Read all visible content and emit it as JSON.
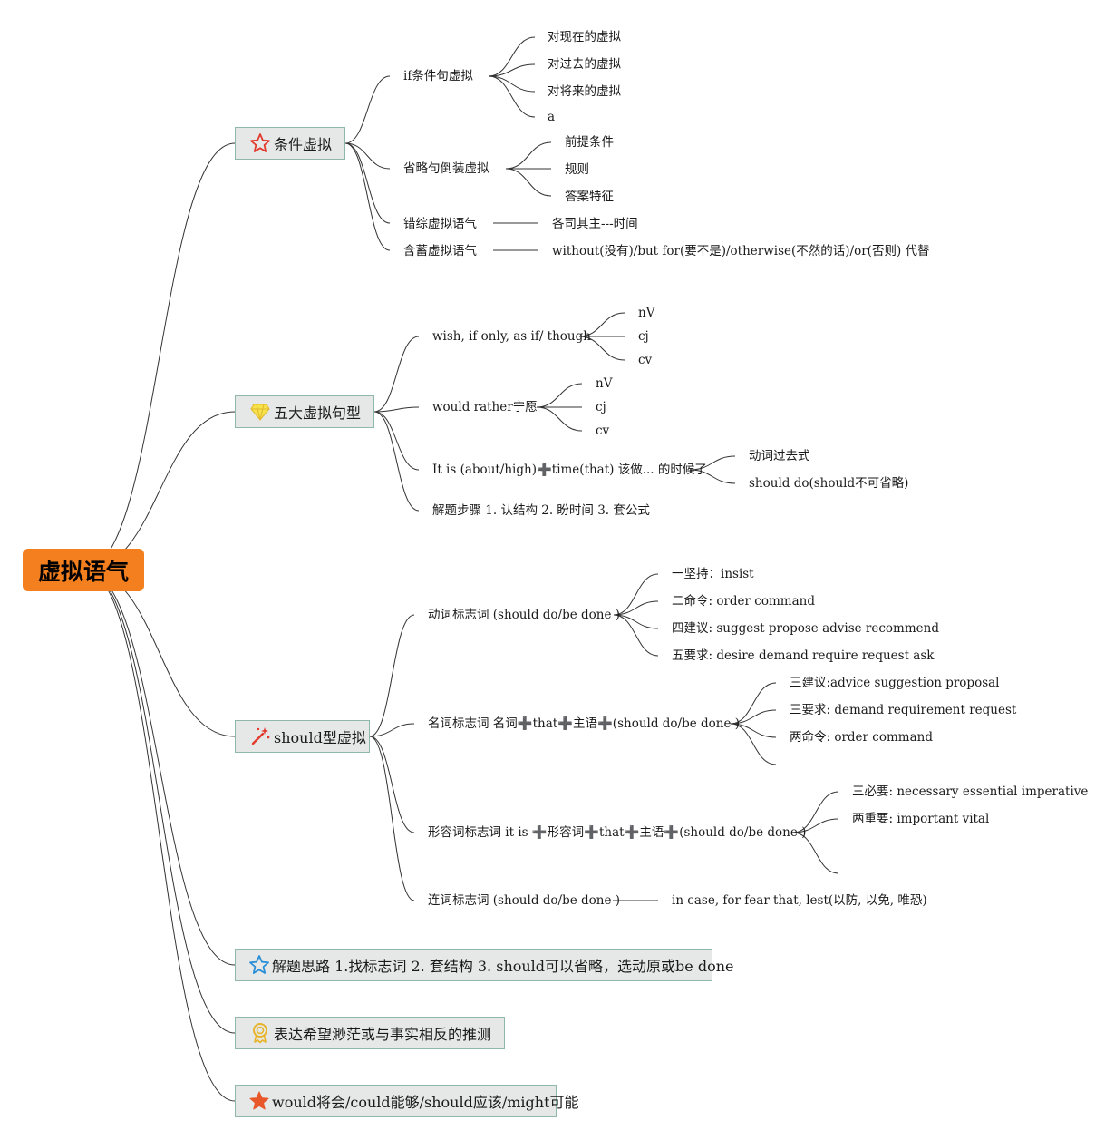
{
  "root": {
    "label": "虚拟语气"
  },
  "branches": [
    {
      "label": "条件虚拟",
      "icon": "star-outline-icon",
      "children": [
        {
          "label": "if条件句虚拟",
          "children": [
            "对现在的虚拟",
            "对过去的虚拟",
            "对将来的虚拟",
            "a"
          ]
        },
        {
          "label": "省略句倒装虚拟",
          "children": [
            "前提条件",
            "规则",
            "答案特征"
          ]
        },
        {
          "label": "错综虚拟语气",
          "children": [
            "各司其主---时间"
          ]
        },
        {
          "label": "含蓄虚拟语气",
          "children": [
            "without(没有)/but for(要不是)/otherwise(不然的话)/or(否则) 代替"
          ]
        }
      ]
    },
    {
      "label": "五大虚拟句型",
      "icon": "diamond-icon",
      "children": [
        {
          "label": "wish, if only, as if/ though",
          "children": [
            "nV",
            "cj",
            "cv"
          ]
        },
        {
          "label": "would rather宁愿",
          "children": [
            "nV",
            "cj",
            "cv"
          ]
        },
        {
          "label": "It is (about/high)➕time(that) 该做... 的时候了",
          "children": [
            "动词过去式",
            "should do(should不可省略)"
          ]
        },
        {
          "label": "解题步骤 1. 认结构 2. 盼时间 3. 套公式",
          "children": []
        }
      ]
    },
    {
      "label": "should型虚拟",
      "icon": "magic-wand-icon",
      "children": [
        {
          "label": "动词标志词 (should do/be done )",
          "children": [
            "一坚持：insist",
            "二命令: order command",
            "四建议: suggest propose advise recommend",
            "五要求: desire demand require request ask"
          ]
        },
        {
          "label": "名词标志词 名词➕that➕主语➕(should do/be done )",
          "children": [
            "三建议:advice suggestion proposal",
            "三要求: demand requirement request",
            "两命令: order command",
            ""
          ]
        },
        {
          "label": "形容词标志词 it is ➕形容词➕that➕主语➕(should do/be done )",
          "children": [
            "三必要: necessary essential imperative",
            "两重要: important vital",
            ""
          ]
        },
        {
          "label": "连词标志词 (should do/be done )",
          "children": [
            "in case, for fear that, lest(以防, 以免, 唯恐)"
          ]
        }
      ]
    },
    {
      "label": "解题思路 1.找标志词 2. 套结构 3. should可以省略，选动原或be done",
      "icon": "star-outline-blue-icon",
      "children": []
    },
    {
      "label": "表达希望渺茫或与事实相反的推测",
      "icon": "award-badge-icon",
      "children": []
    },
    {
      "label": "would将会/could能够/should应该/might可能",
      "icon": "star-filled-icon",
      "children": []
    }
  ],
  "colors": {
    "root": "#f37f1e",
    "branch_fill": "#e6e8e7",
    "branch_border": "#8fb8ad",
    "line": "#333333"
  }
}
